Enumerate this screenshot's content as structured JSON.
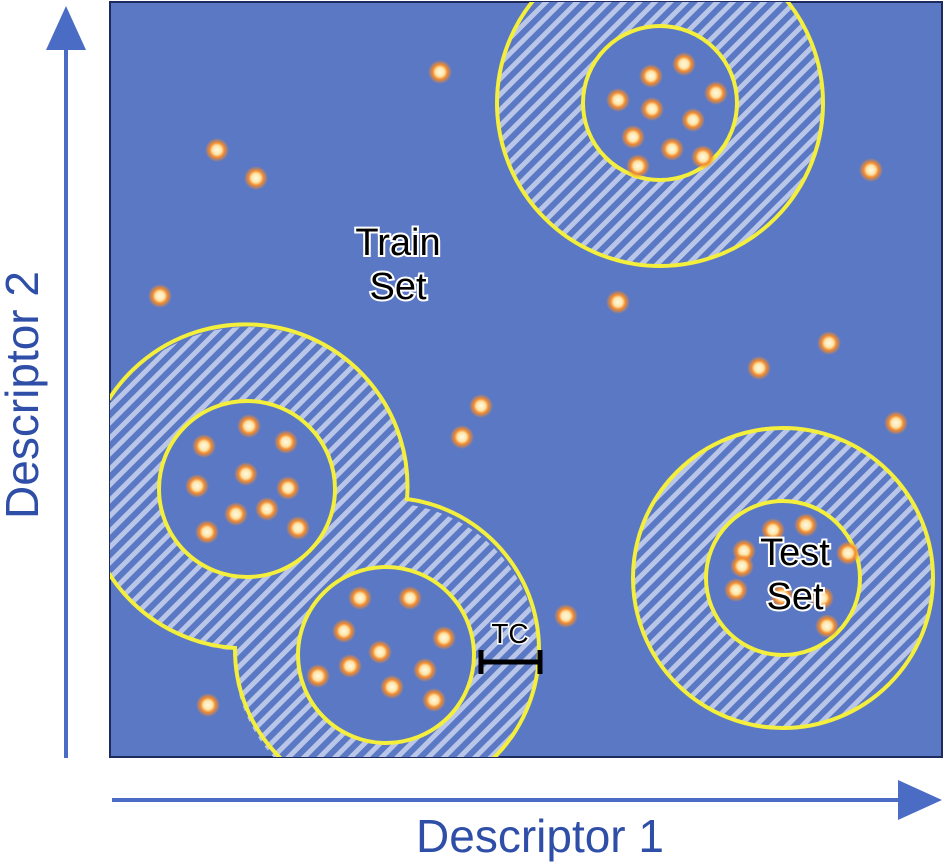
{
  "axes": {
    "x_label": "Descriptor 1",
    "y_label": "Descriptor 2"
  },
  "labels": {
    "train_line1": "Train",
    "train_line2": "Set",
    "test_line1": "Test",
    "test_line2": "Set",
    "threshold": "TC"
  },
  "colors": {
    "plot_background": "#5a78c4",
    "plot_border": "#1c2a5e",
    "axis_arrow": "#4a6cc4",
    "circle_outline": "#f4ee3c",
    "hatch_stripe": "#b9c6e8",
    "point_fill": "#fff6d8",
    "point_glow": "#f28a2e",
    "tc_bar": "#000000"
  }
}
